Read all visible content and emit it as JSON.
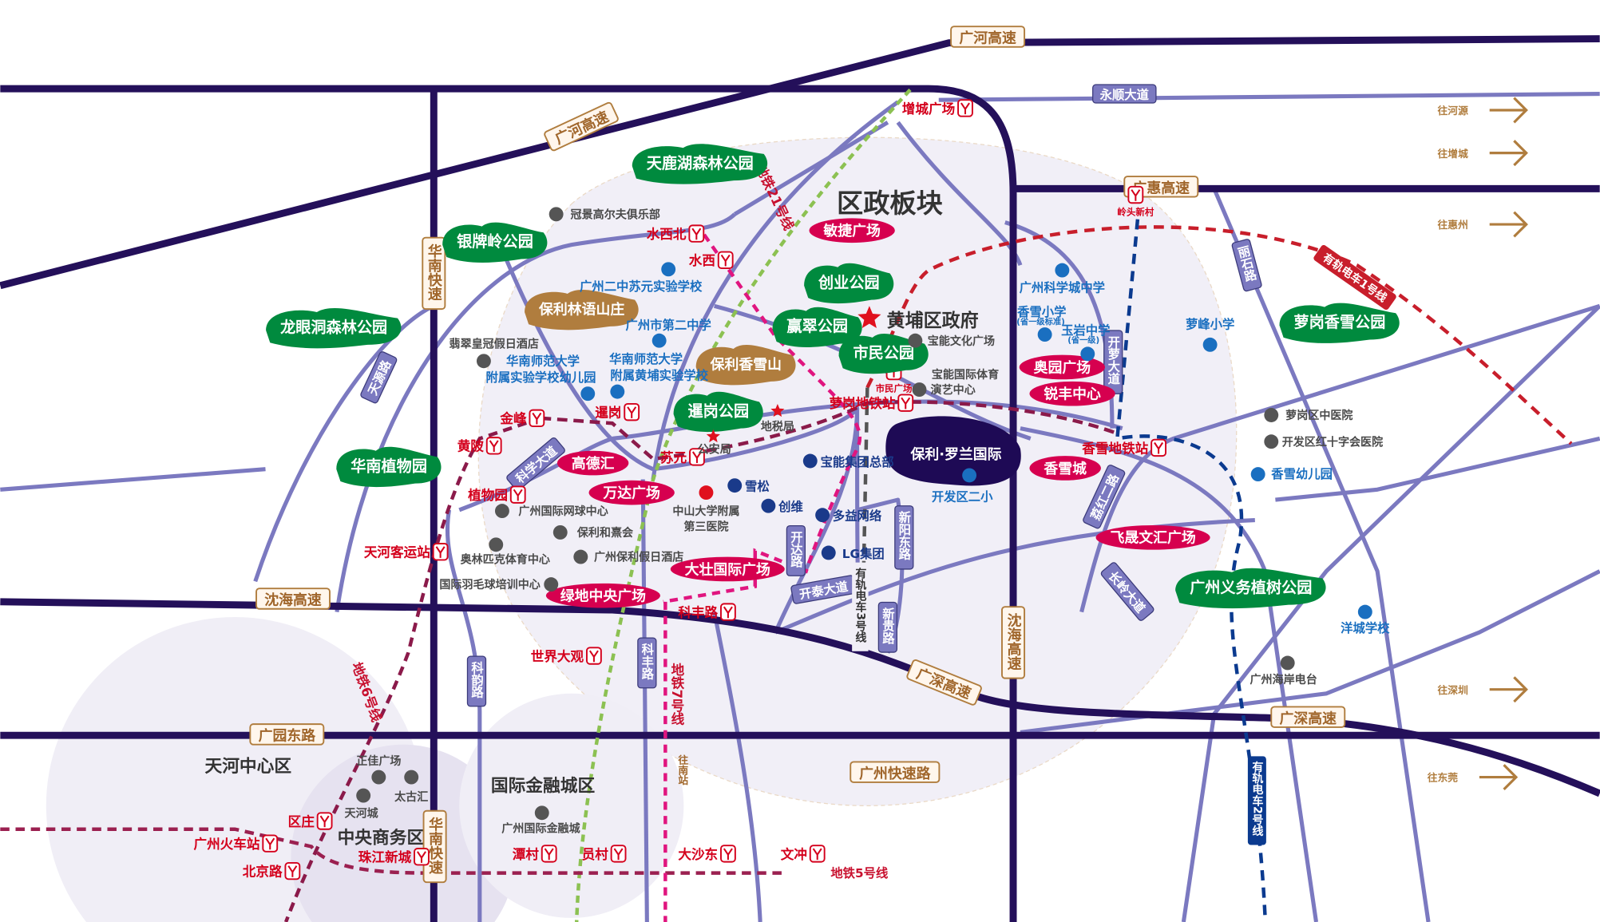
{
  "districts": [
    "区政板块",
    "黄埔区政府",
    "天河中心区",
    "国际金融城区",
    "中央商务区"
  ],
  "project": {
    "name": "保利·罗兰国际",
    "color": "#1e0a55"
  },
  "highways": [
    "广河高速",
    "广河高速",
    "广惠高速",
    "沈海高速",
    "广深高速",
    "广深高速",
    "广园东路",
    "广州快速路",
    "沈海高速",
    "华南快速",
    "华南快速"
  ],
  "roads": [
    "永顺大道",
    "丽石路",
    "开萝大道",
    "荔红二路",
    "长岭大道",
    "新阳东路",
    "新贵路",
    "开泰大道",
    "开达路",
    "科丰路",
    "科韵路",
    "天源路",
    "科学大道"
  ],
  "transit_lines": [
    "地铁21号线",
    "地铁6号线",
    "地铁7号线",
    "地铁5号线",
    "有轨电车1号线",
    "有轨电车2号线",
    "有轨电车3号线",
    "往南站"
  ],
  "stations": [
    "水西北",
    "水西",
    "金峰",
    "暹岗",
    "黄陂",
    "苏元",
    "植物园",
    "天河客运站",
    "萝岗地铁站",
    "香雪地铁站",
    "科丰路",
    "世界大观",
    "区庄",
    "广州火车站",
    "北京路",
    "珠江新城",
    "潭村",
    "员村",
    "大沙东",
    "文冲",
    "增城广场",
    "岭头新村",
    "市民广场"
  ],
  "parks": [
    "天鹿湖森林公园",
    "银牌岭公园",
    "龙眼洞森林公园",
    "华南植物园",
    "创业公园",
    "赢翠公园",
    "市民公园",
    "暹岗公园",
    "萝岗香雪公园",
    "广州义务植树公园"
  ],
  "estates": [
    "保利林语山庄",
    "保利香雪山"
  ],
  "malls": [
    "敏捷广场",
    "奥园广场",
    "锐丰中心",
    "香雪城",
    "高德汇",
    "万达广场",
    "大壮国际广场",
    "绿地中央广场",
    "飞晟文汇广场"
  ],
  "schools": [
    "广州二中苏元实验学校",
    "广州市第二中学",
    "华南师范大学",
    "附属实验学校幼儿园",
    "华南师范大学",
    "附属黄埔实验学校",
    "广州科学城中学",
    "香雪小学",
    "(省一级标准)",
    "玉岩中学",
    "(省一级)",
    "萝峰小学",
    "香雪幼儿园",
    "洋城学校",
    "开发区二小"
  ],
  "companies": [
    "宝能集团总部",
    "雪松",
    "创维",
    "多益网络",
    "LG集团"
  ],
  "pois": [
    "冠景高尔夫俱乐部",
    "翡翠皇冠假日酒店",
    "宝能文化广场",
    "宝能国际体育",
    "演艺中心",
    "地税局",
    "公安局",
    "中山大学附属",
    "第三医院",
    "广州国际网球中心",
    "保利和熹会",
    "广州保利假日酒店",
    "奥林匹克体育中心",
    "国际羽毛球培训中心",
    "萝岗区中医院",
    "开发区红十字会医院",
    "广州海岸电台",
    "正佳广场",
    "太古汇",
    "天河城",
    "广州国际金融城"
  ],
  "directions": [
    "往河源",
    "往增城",
    "往惠州",
    "往深圳",
    "往东莞"
  ],
  "colors": {
    "park": "#008a3e",
    "mall": "#d6004f",
    "estate": "#b07d3e",
    "highway": "#a0662b",
    "road": "#7b79c0",
    "station": "#d4001c",
    "school": "#1a6fc0",
    "poi": "#4a4a4a",
    "major_road": "#24105a",
    "zone": "#f1eff7"
  }
}
